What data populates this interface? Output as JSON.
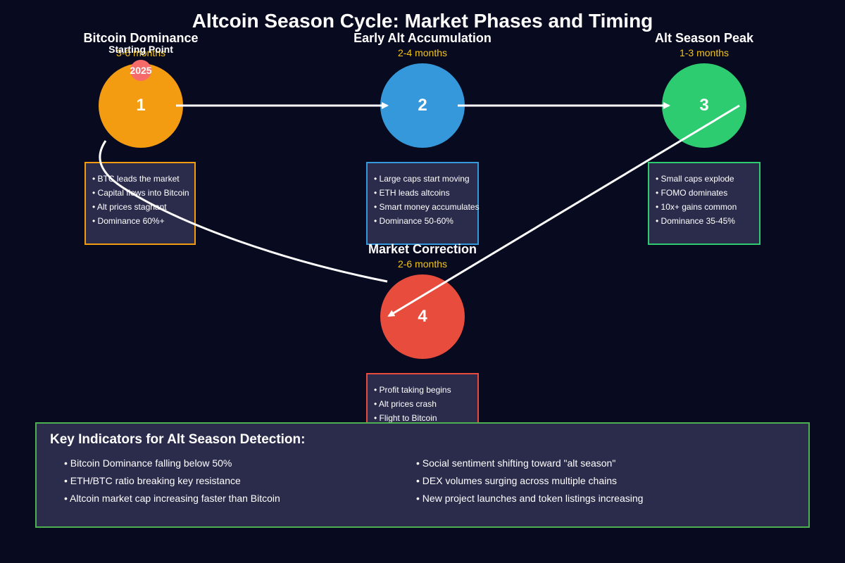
{
  "title": "Altcoin Season Cycle: Market Phases and Timing",
  "colors": {
    "background": "#080a1f",
    "phase1": "#f39c12",
    "phase2": "#3498db",
    "phase3": "#2ecc71",
    "phase4": "#e74c3c",
    "duration_text": "#f4c518",
    "panel": "#2b2c4b",
    "badge": "#f66a6a"
  },
  "phases": [
    {
      "number": "1",
      "name": "Bitcoin Dominance",
      "duration": "3-6 months",
      "points": [
        "• BTC leads the market",
        "• Capital flows into Bitcoin",
        "• Alt prices stagnant",
        "• Dominance 60%+"
      ]
    },
    {
      "number": "2",
      "name": "Early Alt Accumulation",
      "duration": "2-4 months",
      "points": [
        "• Large caps start moving",
        "• ETH leads altcoins",
        "• Smart money accumulates",
        "• Dominance 50-60%"
      ]
    },
    {
      "number": "3",
      "name": "Alt Season Peak",
      "duration": "1-3 months",
      "points": [
        "• Small caps explode",
        "• FOMO dominates",
        "• 10x+ gains common",
        "• Dominance 35-45%"
      ]
    },
    {
      "number": "4",
      "name": "Market Correction",
      "duration": "2-6 months",
      "points": [
        "• Profit taking begins",
        "• Alt prices crash",
        "• Flight to Bitcoin"
      ]
    }
  ],
  "start_marker": {
    "label": "Starting Point",
    "year": "2025"
  },
  "key_indicators": {
    "title": "Key Indicators for Alt Season Detection:",
    "left": [
      "• Bitcoin Dominance falling below 50%",
      "• ETH/BTC ratio breaking key resistance",
      "• Altcoin market cap increasing faster than Bitcoin"
    ],
    "right": [
      "• Social sentiment shifting toward \"alt season\"",
      "• DEX volumes surging across multiple chains",
      "• New project launches and token listings increasing"
    ]
  }
}
